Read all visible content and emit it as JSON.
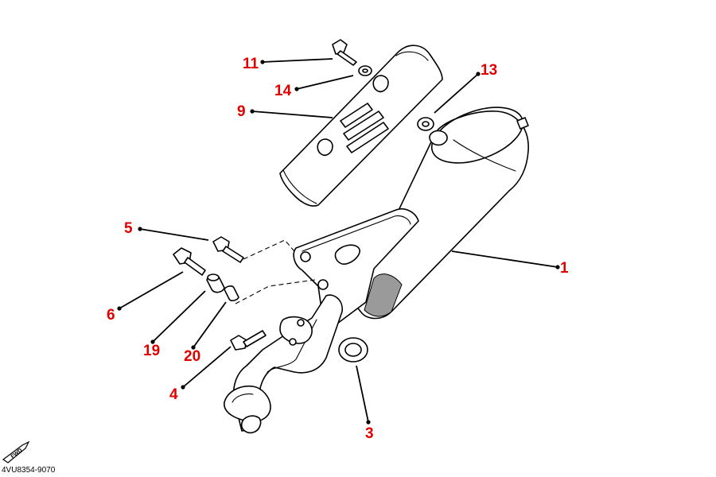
{
  "diagram": {
    "code": "4VU8354-9070",
    "fwd_label": "FWD",
    "callout_color": "#e00000",
    "callouts": [
      {
        "id": "1",
        "label": "1"
      },
      {
        "id": "3",
        "label": "3"
      },
      {
        "id": "4",
        "label": "4"
      },
      {
        "id": "5",
        "label": "5"
      },
      {
        "id": "6",
        "label": "6"
      },
      {
        "id": "9",
        "label": "9"
      },
      {
        "id": "11",
        "label": "11"
      },
      {
        "id": "13",
        "label": "13"
      },
      {
        "id": "14",
        "label": "14"
      },
      {
        "id": "19",
        "label": "19"
      },
      {
        "id": "20",
        "label": "20"
      }
    ]
  }
}
